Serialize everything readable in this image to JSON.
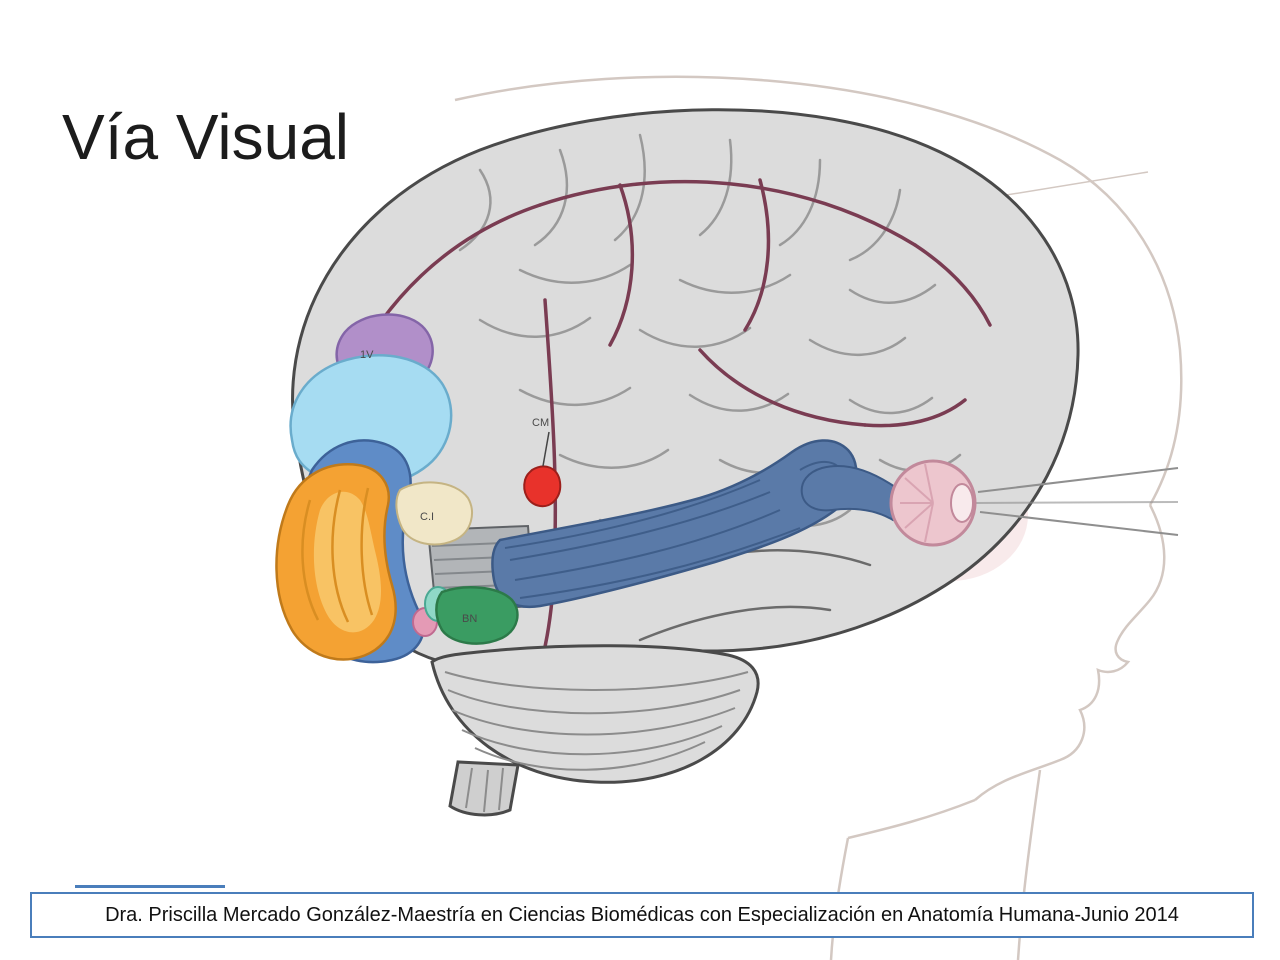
{
  "slide": {
    "title": "Vía Visual",
    "footer": "Dra. Priscilla Mercado González-Maestría en Ciencias Biomédicas con Especialización en Anatomía Humana-Junio 2014"
  },
  "figure": {
    "labels": {
      "purple_area": "1V",
      "cream_area": "C.I",
      "green_area": "BN",
      "red_structure": "CM"
    },
    "colors": {
      "brain": "#dcdcdc",
      "brain_outline": "#4a4a4a",
      "sulci": "#9a9a9a",
      "artery": "#7a3c52",
      "head_sketch": "#d3c8c2",
      "region_purple": "#b18fc9",
      "region_sky": "#a6dcf2",
      "region_blue": "#5f8cc7",
      "region_orange": "#f4a233",
      "region_orange_light": "#f8c96d",
      "region_cream": "#f1e7c8",
      "region_gray_block": "#b2b5b8",
      "region_green": "#3a9c62",
      "region_teal": "#8fd8c7",
      "region_pink": "#e49ab5",
      "region_red": "#e8322b",
      "optic_radiation": "#5a7aa8",
      "optic_radiation_dark": "#3c5a86",
      "eye_fill": "#edc6ce",
      "eye_outline": "#c2899b",
      "face_shade": "#f3dcdd",
      "footer_border": "#4a7ebb",
      "title_text": "#1c1c1c"
    }
  }
}
